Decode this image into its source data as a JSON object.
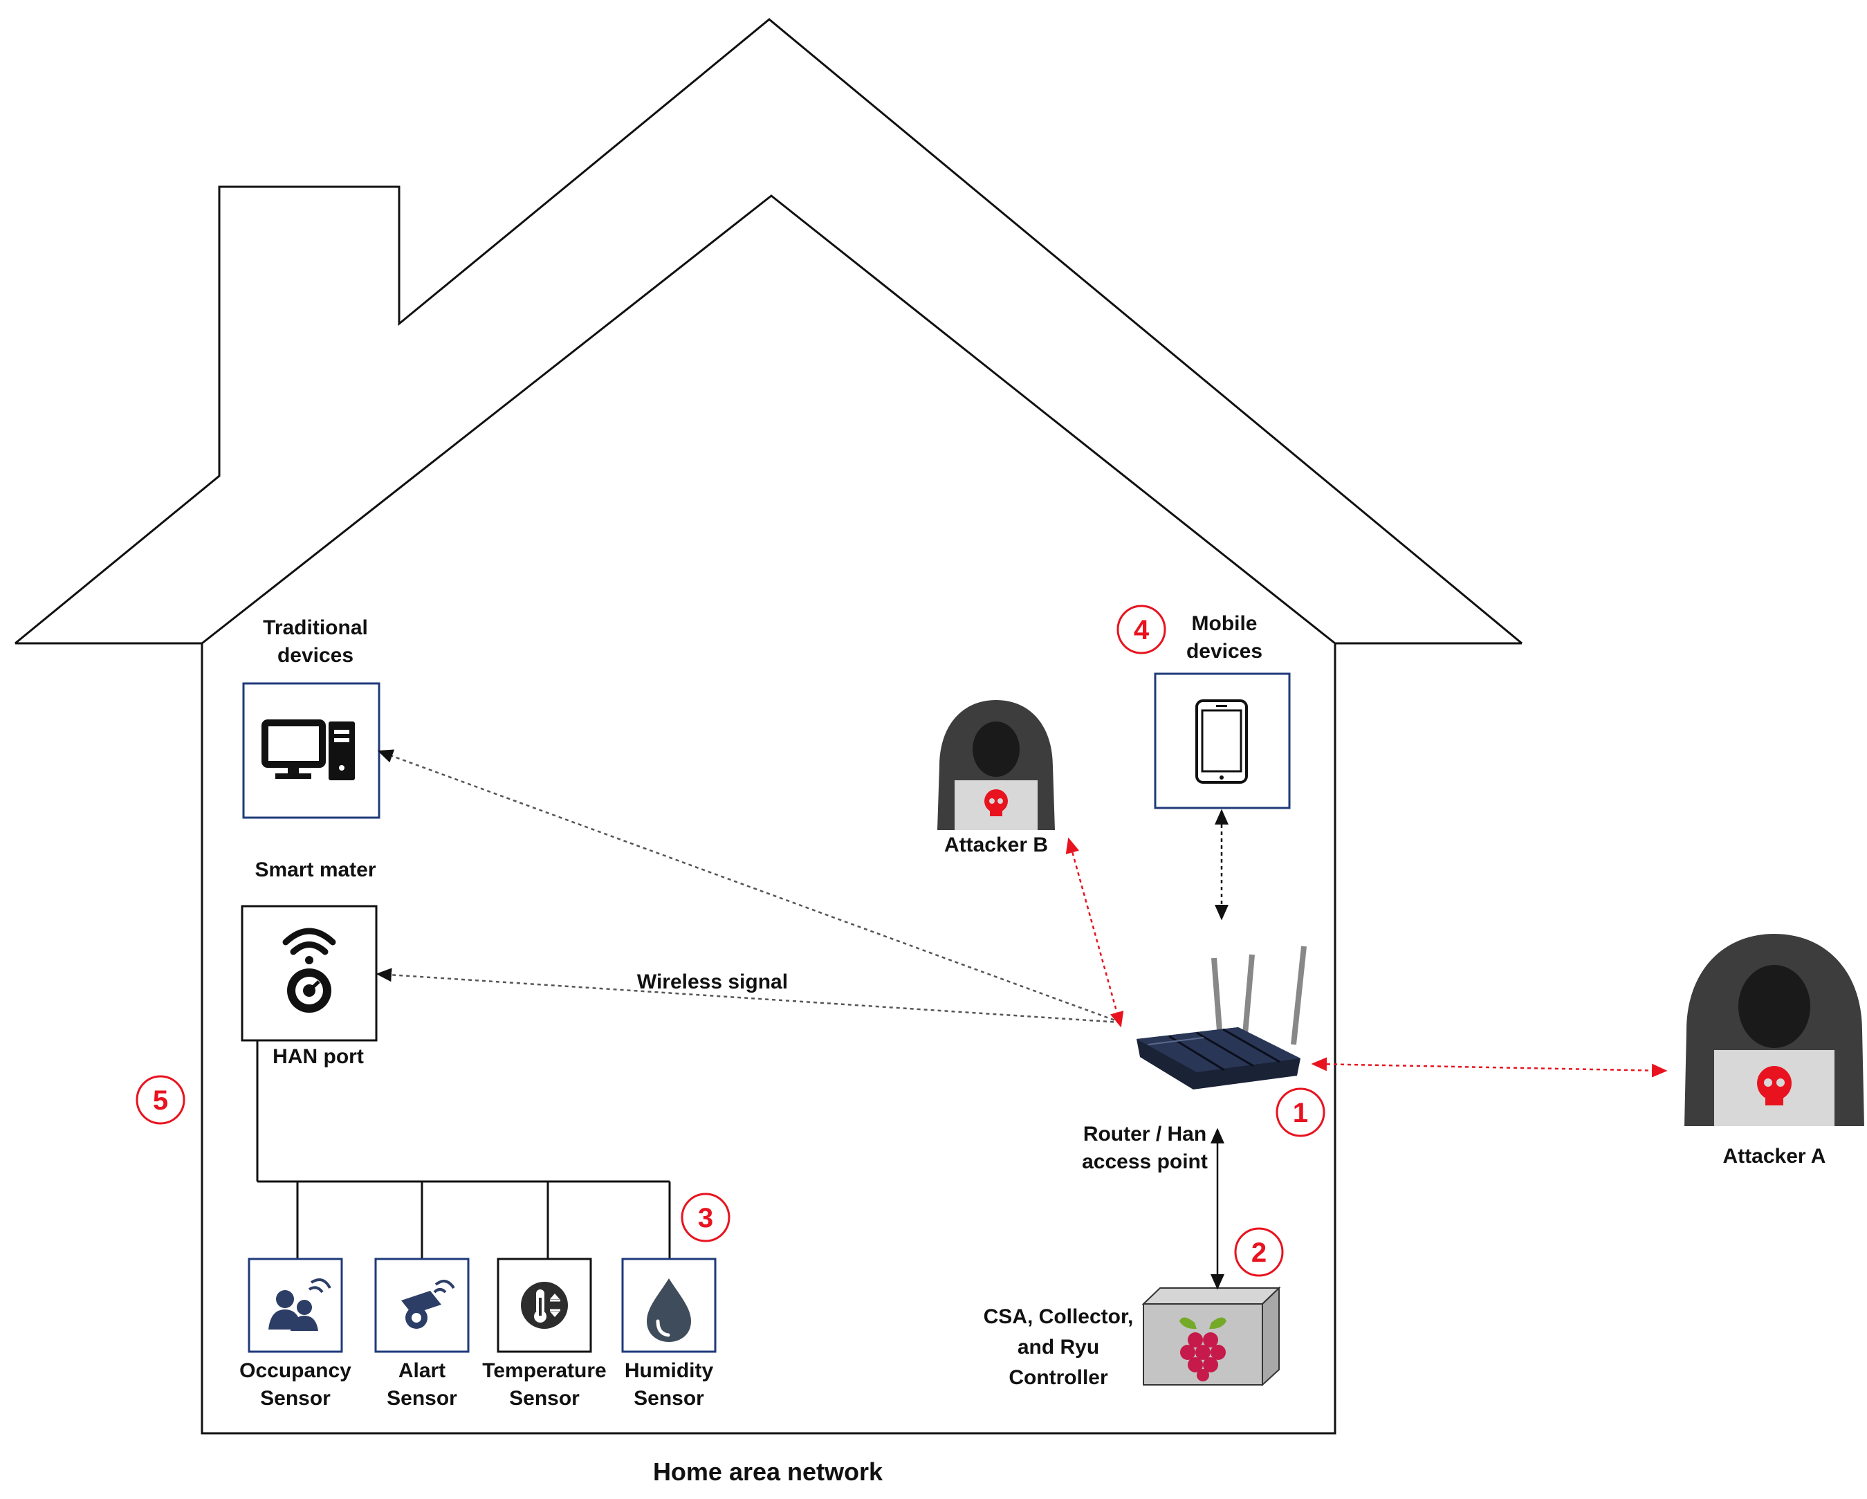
{
  "title": "Home area network",
  "labels": {
    "traditional_devices": [
      "Traditional",
      "devices"
    ],
    "smart_meter": "Smart mater",
    "han_port": "HAN port",
    "wireless_signal": "Wireless signal",
    "mobile_devices": [
      "Mobile",
      "devices"
    ],
    "attacker_b": "Attacker B",
    "attacker_a": "Attacker A",
    "router": [
      "Router / Han",
      "access point"
    ],
    "controller": [
      "CSA, Collector,",
      "and Ryu",
      "Controller"
    ]
  },
  "sensors": [
    {
      "label": [
        "Occupancy",
        "Sensor"
      ],
      "icon": "occupancy-sensor-icon"
    },
    {
      "label": [
        "Alart",
        "Sensor"
      ],
      "icon": "alarm-camera-icon"
    },
    {
      "label": [
        "Temperature",
        "Sensor"
      ],
      "icon": "thermometer-icon"
    },
    {
      "label": [
        "Humidity",
        "Sensor"
      ],
      "icon": "water-drop-icon"
    }
  ],
  "markers": [
    "1",
    "2",
    "3",
    "4",
    "5"
  ],
  "colors": {
    "line": "#111111",
    "attack_link": "#e8131f",
    "marker": "#e8131f",
    "device_border": "#1f3a7a",
    "hacker_hood": "#3d3d3d",
    "router_body": "#1a2236",
    "raspberry": "#c51a4a"
  }
}
